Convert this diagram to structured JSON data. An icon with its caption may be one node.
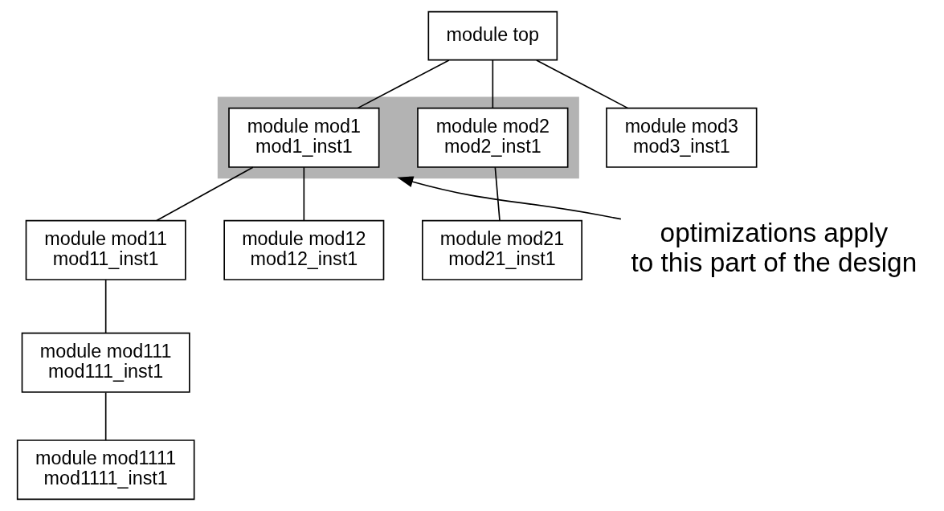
{
  "diagram": {
    "nodes": [
      {
        "text": [
          "module top"
        ]
      },
      {
        "text": [],
        "shape": "box"
      },
      {
        "text": [
          "module mod1",
          "mod1_inst1"
        ],
        "in": 1
      },
      {
        "text": [
          "module mod2",
          "mod2_inst1"
        ],
        "in": 1
      },
      {
        "text": [
          "module mod3",
          "mod3_inst1"
        ]
      },
      {
        "text": [
          "module mod11",
          "mod11_inst1"
        ]
      },
      {
        "text": [
          "module mod12",
          "mod12_inst1"
        ]
      },
      {
        "text": [
          "module mod21",
          "mod21_inst1"
        ]
      },
      {
        "text": [
          "module mod111",
          "mod111_inst1"
        ]
      },
      {
        "text": [
          "module mod1111",
          "mod1111_inst1"
        ]
      },
      {
        "text": [
          "optimizations apply to this part of the design"
        ]
      }
    ],
    "edges": [
      {
        "from": 0,
        "to": 2,
        "arrow": "none"
      },
      {
        "from": 0,
        "to": 3,
        "arrow": "none"
      },
      {
        "from": 0,
        "to": 4,
        "arrow": "none"
      },
      {
        "from": 2,
        "to": 5,
        "arrow": "none"
      },
      {
        "from": 2,
        "to": 6,
        "arrow": "none"
      },
      {
        "from": 3,
        "to": 7,
        "arrow": "none"
      },
      {
        "from": 5,
        "to": 8,
        "arrow": "none"
      },
      {
        "from": 8,
        "to": 9,
        "arrow": "none"
      },
      {
        "from": 10,
        "to": 1,
        "arrow": "to"
      }
    ]
  }
}
